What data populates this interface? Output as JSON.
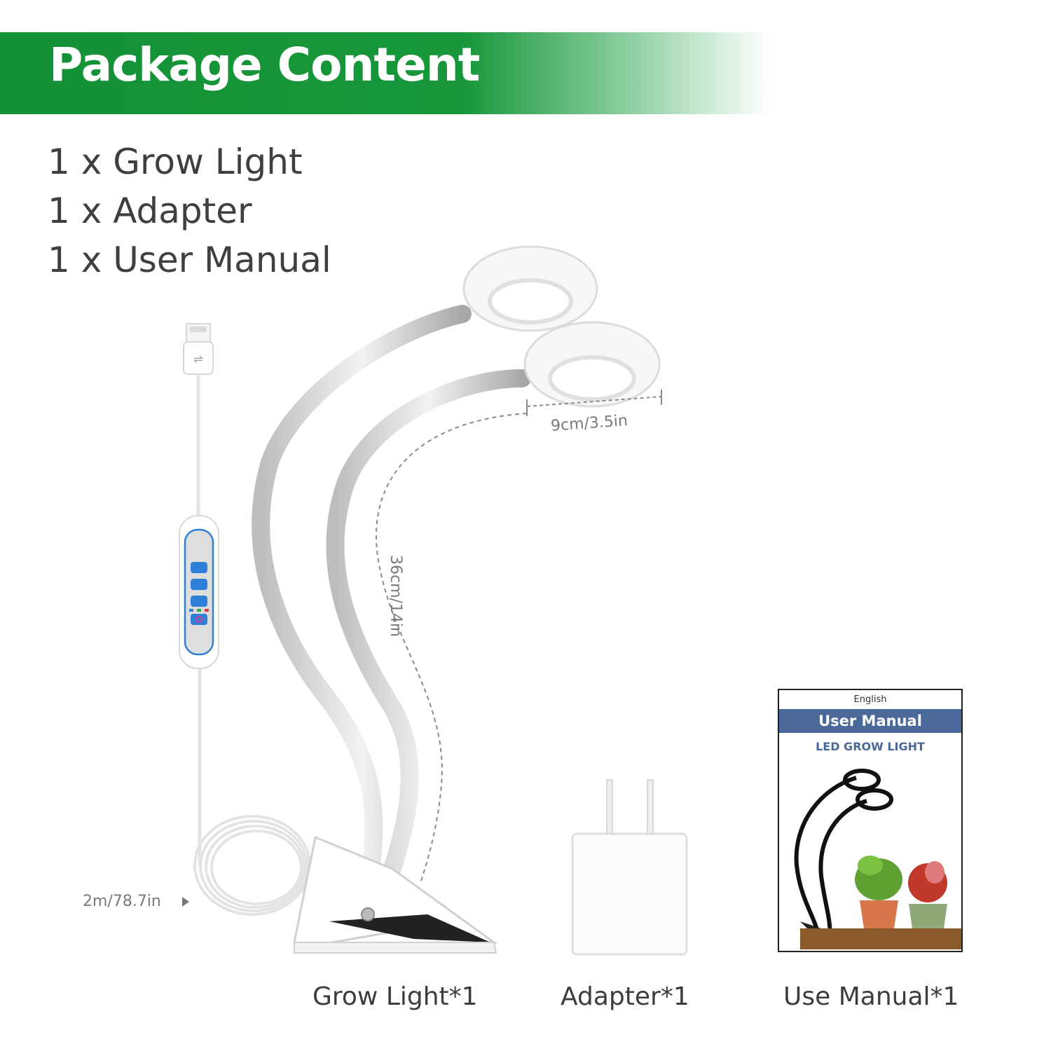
{
  "header": {
    "title": "Package Content"
  },
  "contents": [
    "1 x Grow Light",
    "1 x Adapter",
    "1 x User Manual"
  ],
  "dimensions": {
    "ring_diameter": "9cm/3.5in",
    "gooseneck_length": "36cm/14in",
    "cable_length": "2m/78.7in"
  },
  "captions": {
    "grow_light": "Grow Light*1",
    "adapter": "Adapter*1",
    "manual": "Use Manual*1"
  },
  "manual_cover": {
    "language": "English",
    "title": "User Manual",
    "subtitle": "LED GROW LIGHT"
  },
  "colors": {
    "banner_green": "#149137",
    "manual_blue": "#4a6899",
    "controller_blue": "#2f7fd6"
  }
}
